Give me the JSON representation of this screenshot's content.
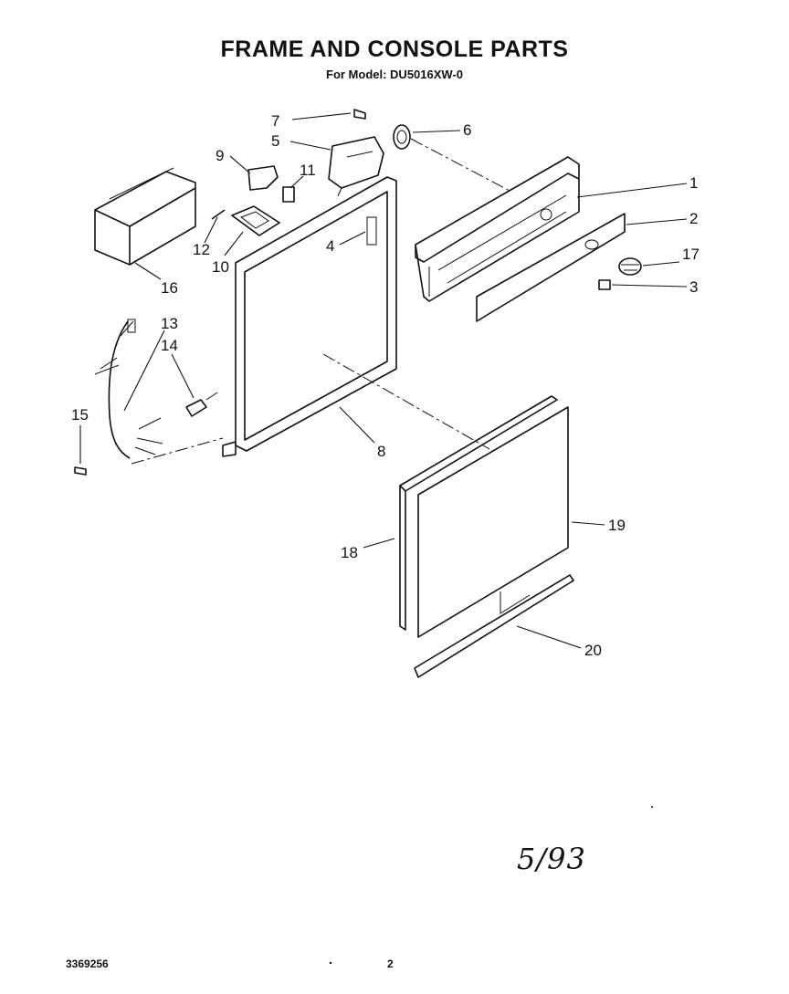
{
  "header": {
    "title": "FRAME AND CONSOLE PARTS",
    "subtitle": "For Model: DU5016XW-0"
  },
  "callouts": {
    "c1": "1",
    "c2": "2",
    "c3": "3",
    "c4": "4",
    "c5": "5",
    "c6": "6",
    "c7": "7",
    "c8": "8",
    "c9": "9",
    "c10": "10",
    "c11": "11",
    "c12": "12",
    "c13": "13",
    "c14": "14",
    "c15": "15",
    "c16": "16",
    "c17": "17",
    "c18": "18",
    "c19": "19",
    "c20": "20"
  },
  "handwritten_date": "5/93",
  "footer": {
    "part_number": "3369256",
    "page": "2"
  }
}
